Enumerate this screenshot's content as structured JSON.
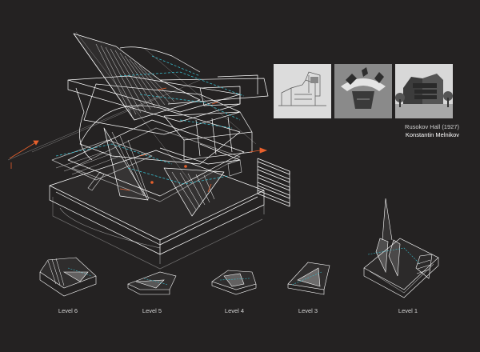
{
  "reference": {
    "title": "Rusokov Hall (1927)",
    "author": "Konstantin Melnikov",
    "photos": [
      "section-drawing",
      "aerial-model",
      "street-view"
    ]
  },
  "levels": [
    "Level 6",
    "Level 5",
    "Level 4",
    "Level 3",
    "Level 1"
  ],
  "colors": {
    "background": "#242222",
    "linework": "#ffffff",
    "accent_cyan": "#37b8c8",
    "accent_orange": "#e8602c"
  }
}
